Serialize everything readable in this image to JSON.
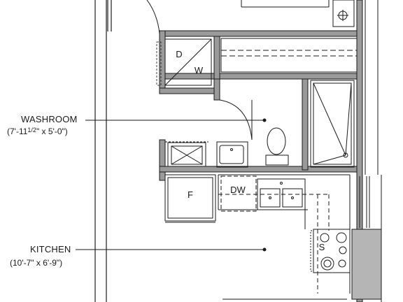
{
  "rooms": {
    "washroom": {
      "name": "WASHROOM",
      "dim_prefix": "(7'-11",
      "dim_frac": "1/2",
      "dim_suffix": "\" x 5'-0\")"
    },
    "kitchen": {
      "name": "KITCHEN",
      "dimensions": "(10'-7\" x 6'-9\")"
    }
  },
  "appliances": {
    "dryer": "D",
    "washer": "W",
    "fridge": "F",
    "dishwasher": "DW",
    "stove": "S"
  },
  "colors": {
    "wall": "#9a9a9a",
    "line": "#1a1a1a"
  }
}
